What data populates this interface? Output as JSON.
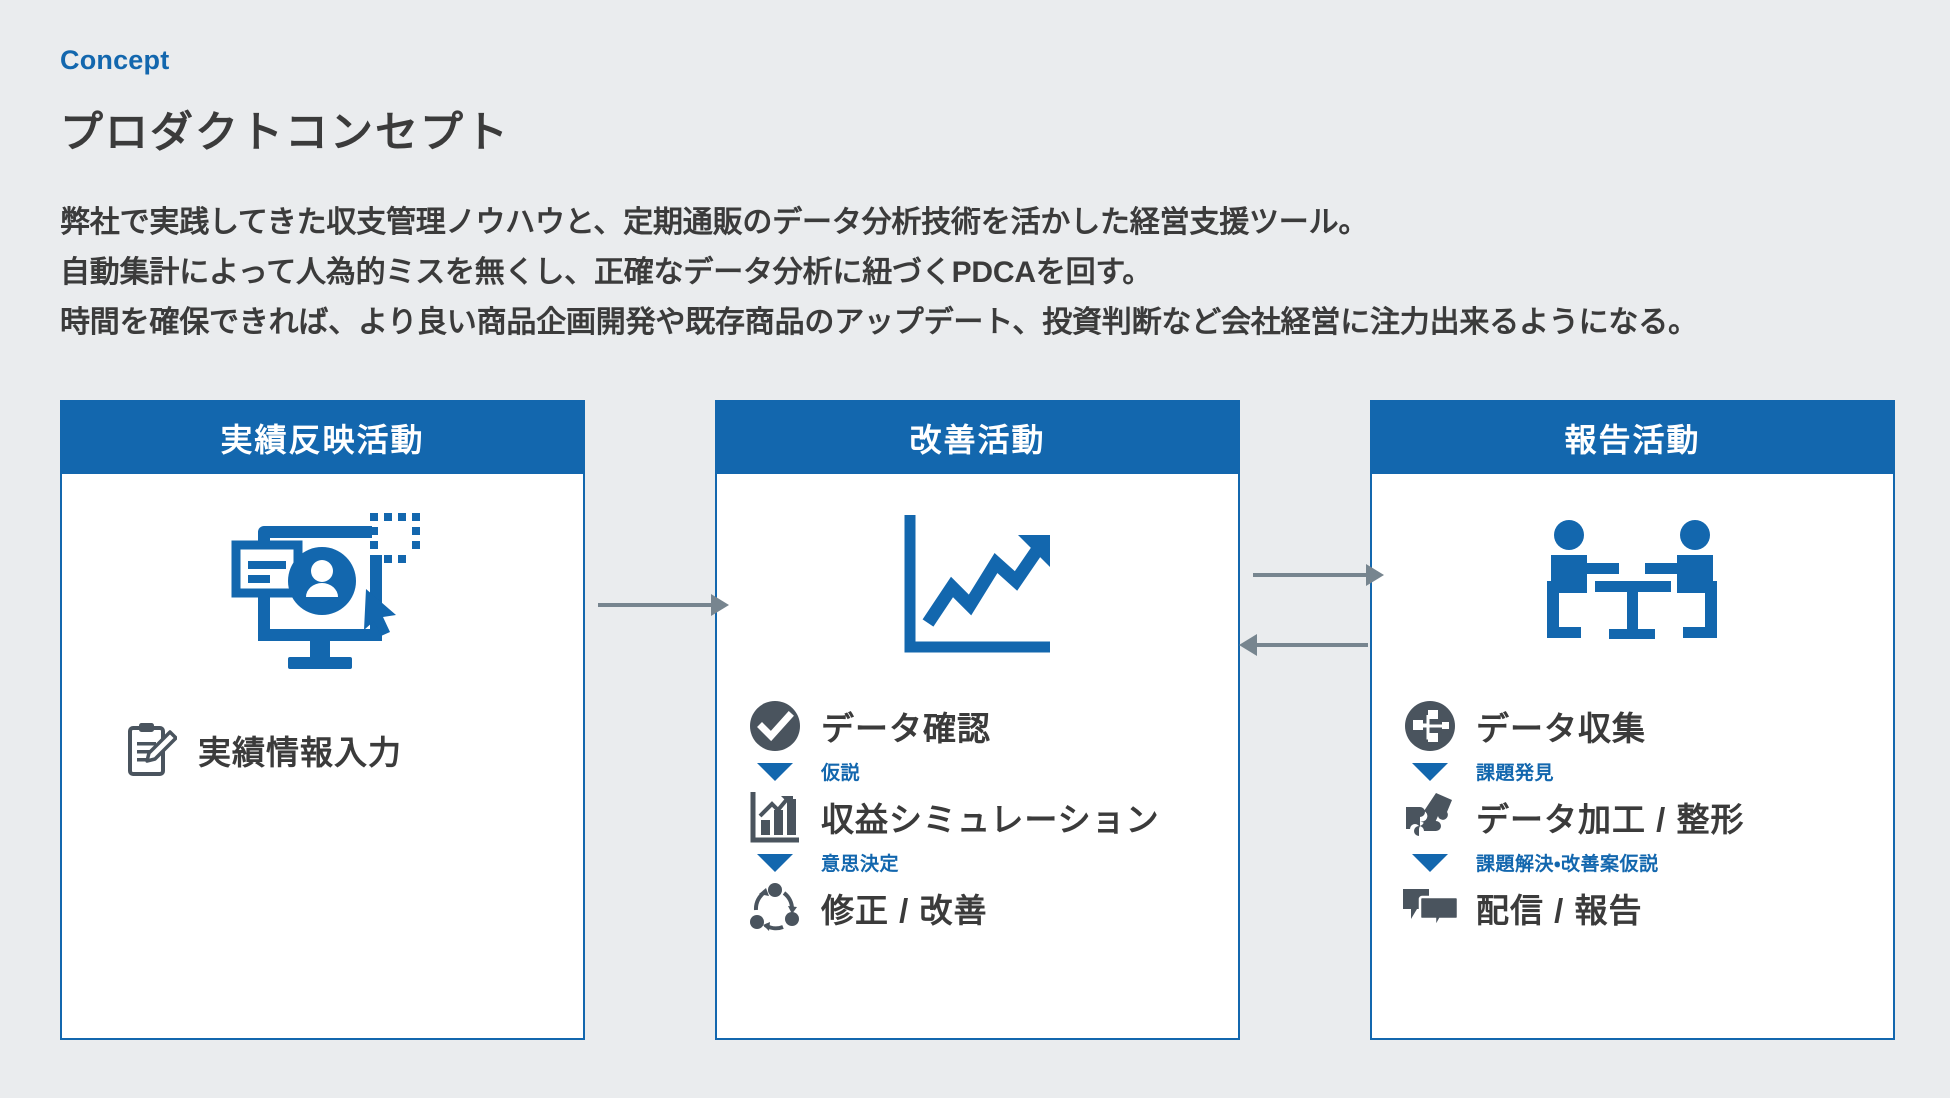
{
  "header": {
    "eyebrow": "Concept",
    "title": "プロダクトコンセプト",
    "description_lines": [
      "弊社で実践してきた収支管理ノウハウと、定期通販のデータ分析技術を活かした経営支援ツール。",
      "自動集計によって人為的ミスを無くし、正確なデータ分析に紐づくPDCAを回す。",
      "時間を確保できれば、より良い商品企画開発や既存商品のアップデート、投資判断など会社経営に注力出来るようになる。"
    ]
  },
  "colors": {
    "accent_blue": "#1367ae",
    "text_dark": "#3b3b3b",
    "icon_gray": "#4a545e",
    "arrow_gray": "#77858f",
    "page_bg": "#eaecee",
    "card_bg": "#ffffff"
  },
  "cards": [
    {
      "id": "card-achievement",
      "title": "実績反映活動",
      "hero_icon": "monitor-user-input-icon",
      "steps": [
        {
          "icon": "clipboard-pencil-icon",
          "label": "実績情報入力"
        }
      ],
      "connectors": []
    },
    {
      "id": "card-improvement",
      "title": "改善活動",
      "hero_icon": "line-chart-growth-icon",
      "steps": [
        {
          "icon": "check-circle-icon",
          "label": "データ確認"
        },
        {
          "icon": "bar-chart-icon",
          "label": "収益シミュレーション"
        },
        {
          "icon": "cycle-arrows-icon",
          "label": "修正 / 改善"
        }
      ],
      "connectors": [
        {
          "icon": "triangle-down-icon",
          "label": "仮説"
        },
        {
          "icon": "triangle-down-icon",
          "label": "意思決定"
        }
      ]
    },
    {
      "id": "card-report",
      "title": "報告活動",
      "hero_icon": "two-people-meeting-icon",
      "steps": [
        {
          "icon": "hierarchy-circle-icon",
          "label": "データ収集"
        },
        {
          "icon": "puzzle-pieces-icon",
          "label": "データ加工 / 整形"
        },
        {
          "icon": "speech-bubbles-icon",
          "label": "配信 / 報告"
        }
      ],
      "connectors": [
        {
          "icon": "triangle-down-icon",
          "label": "課題発見"
        },
        {
          "icon": "triangle-down-icon",
          "label": "課題解決・改善案仮説"
        }
      ]
    }
  ],
  "arrows": [
    {
      "id": "arrow-card1-to-card2",
      "direction": "right"
    },
    {
      "id": "arrow-card2-to-card3",
      "direction": "right"
    },
    {
      "id": "arrow-card3-to-card2",
      "direction": "left"
    }
  ]
}
